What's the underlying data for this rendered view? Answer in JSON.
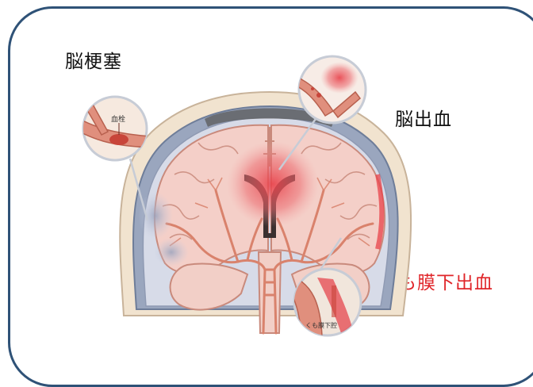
{
  "labels": {
    "cerebral_infarction": "脳梗塞",
    "cerebral_hemorrhage": "脳出血",
    "subarachnoid_hemorrhage": "くも膜下出血"
  },
  "callouts": {
    "thrombus": "血栓",
    "subarachnoid_space": "くも膜下腔"
  },
  "colors": {
    "frame": "#2f5277",
    "sah_label": "#e0262a",
    "artery": "#d9826c",
    "bleed": "#e8414a"
  }
}
